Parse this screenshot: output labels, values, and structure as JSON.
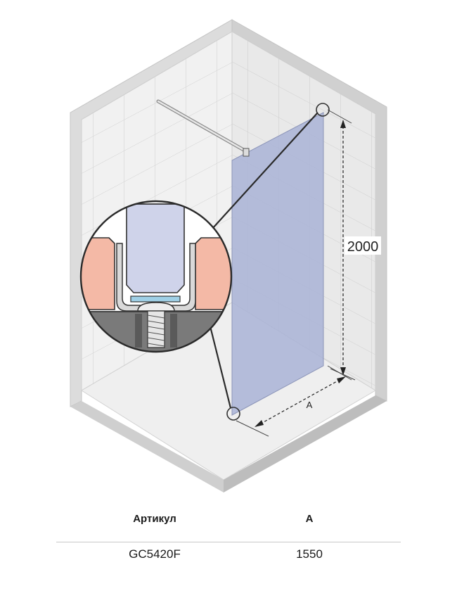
{
  "diagram": {
    "height_value": "2000",
    "width_label": "A"
  },
  "table": {
    "headers": [
      "Артикул",
      "A"
    ],
    "rows": [
      [
        "GC5420F",
        "1550"
      ]
    ]
  },
  "colors": {
    "glass": "#a9b3d6",
    "tile": "#efefef",
    "wall_side": "#d9d9d9",
    "brick": "#f4b9a6",
    "concrete": "#7a7a7a"
  }
}
